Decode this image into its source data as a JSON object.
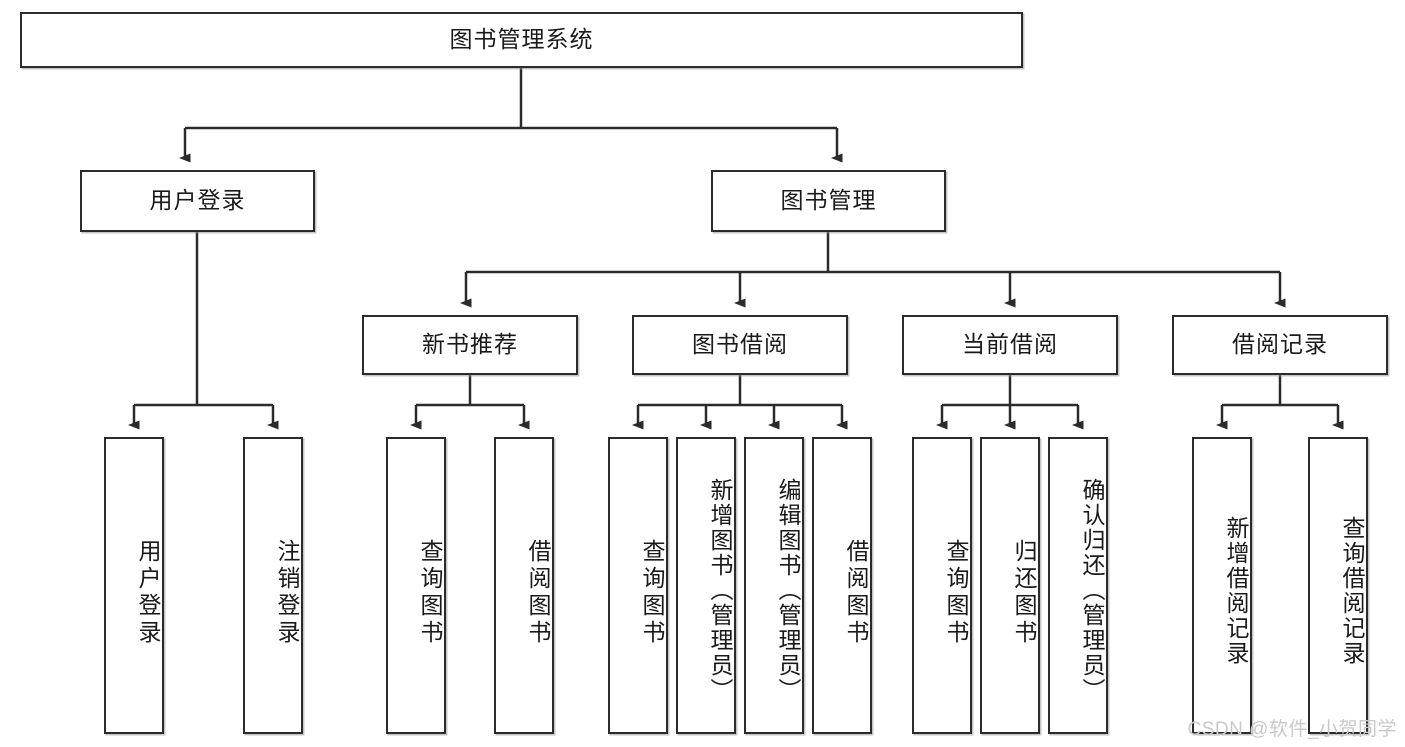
{
  "diagram": {
    "type": "tree-hierarchy-chart",
    "title_node": {
      "id": "root",
      "label": "图书管理系统"
    },
    "levels": [
      {
        "level": 1,
        "nodes": [
          {
            "id": "root",
            "label": "图书管理系统",
            "orientation": "horizontal"
          }
        ]
      },
      {
        "level": 2,
        "nodes": [
          {
            "id": "login",
            "label": "用户登录",
            "orientation": "horizontal",
            "parent": "root"
          },
          {
            "id": "bookmgmt",
            "label": "图书管理",
            "orientation": "horizontal",
            "parent": "root"
          }
        ]
      },
      {
        "level": 3,
        "nodes": [
          {
            "id": "newbook",
            "label": "新书推荐",
            "orientation": "horizontal",
            "parent": "bookmgmt"
          },
          {
            "id": "borrow",
            "label": "图书借阅",
            "orientation": "horizontal",
            "parent": "bookmgmt"
          },
          {
            "id": "current",
            "label": "当前借阅",
            "orientation": "horizontal",
            "parent": "bookmgmt"
          },
          {
            "id": "record",
            "label": "借阅记录",
            "orientation": "horizontal",
            "parent": "bookmgmt"
          }
        ]
      },
      {
        "level": 4,
        "nodes": [
          {
            "id": "leaf-user-login",
            "label": "用户登录",
            "orientation": "vertical",
            "parent": "login"
          },
          {
            "id": "leaf-user-logout",
            "label": "注销登录",
            "orientation": "vertical",
            "parent": "login"
          },
          {
            "id": "leaf-query-book-1",
            "label": "查询图书",
            "orientation": "vertical",
            "parent": "newbook"
          },
          {
            "id": "leaf-borrow-book-1",
            "label": "借阅图书",
            "orientation": "vertical",
            "parent": "newbook"
          },
          {
            "id": "leaf-query-book-2",
            "label": "查询图书",
            "orientation": "vertical",
            "parent": "borrow"
          },
          {
            "id": "leaf-add-book",
            "label": "新增图书（管理员）",
            "orientation": "vertical",
            "parent": "borrow"
          },
          {
            "id": "leaf-edit-book",
            "label": "编辑图书（管理员）",
            "orientation": "vertical",
            "parent": "borrow"
          },
          {
            "id": "leaf-borrow-book-2",
            "label": "借阅图书",
            "orientation": "vertical",
            "parent": "borrow"
          },
          {
            "id": "leaf-query-book-3",
            "label": "查询图书",
            "orientation": "vertical",
            "parent": "current"
          },
          {
            "id": "leaf-return-book",
            "label": "归还图书",
            "orientation": "vertical",
            "parent": "current"
          },
          {
            "id": "leaf-confirm-return",
            "label": "确认归还（管理员）",
            "orientation": "vertical",
            "parent": "current"
          },
          {
            "id": "leaf-add-record",
            "label": "新增借阅记录",
            "orientation": "vertical",
            "parent": "record"
          },
          {
            "id": "leaf-query-record",
            "label": "查询借阅记录",
            "orientation": "vertical",
            "parent": "record"
          }
        ]
      }
    ],
    "colors": {
      "stroke": "#2b2b2b",
      "fill": "#ffffff",
      "text": "#1a1a1a",
      "watermark": "#c9c9c9"
    }
  },
  "watermark": {
    "text": "CSDN @软件_小贺同学"
  }
}
